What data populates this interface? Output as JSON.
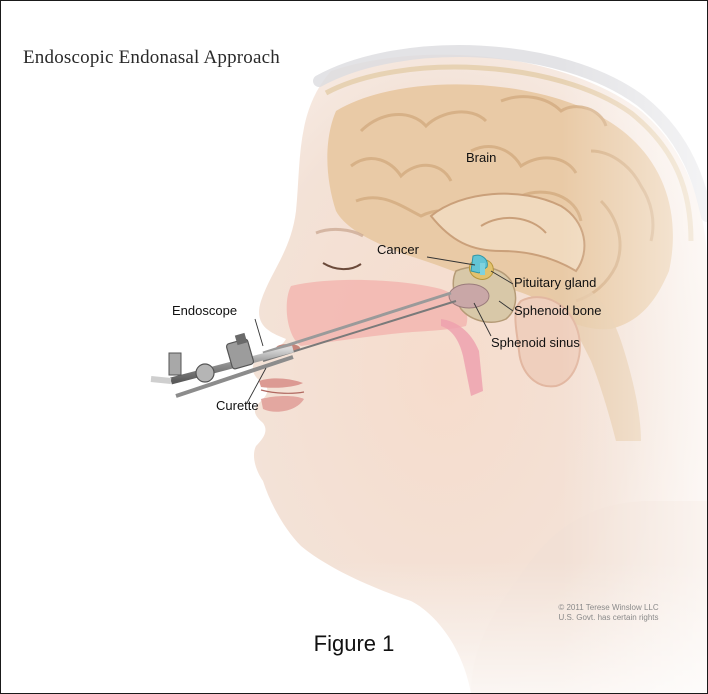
{
  "title": "Endoscopic Endonasal Approach",
  "labels": {
    "brain": "Brain",
    "cancer": "Cancer",
    "pituitary": "Pituitary gland",
    "sphenoid_bone": "Sphenoid bone",
    "sphenoid_sinus": "Sphenoid sinus",
    "endoscope": "Endoscope",
    "curette": "Curette"
  },
  "copyright": {
    "line1": "© 2011 Terese Winslow LLC",
    "line2": "U.S. Govt. has certain rights"
  },
  "caption": "Figure 1"
}
